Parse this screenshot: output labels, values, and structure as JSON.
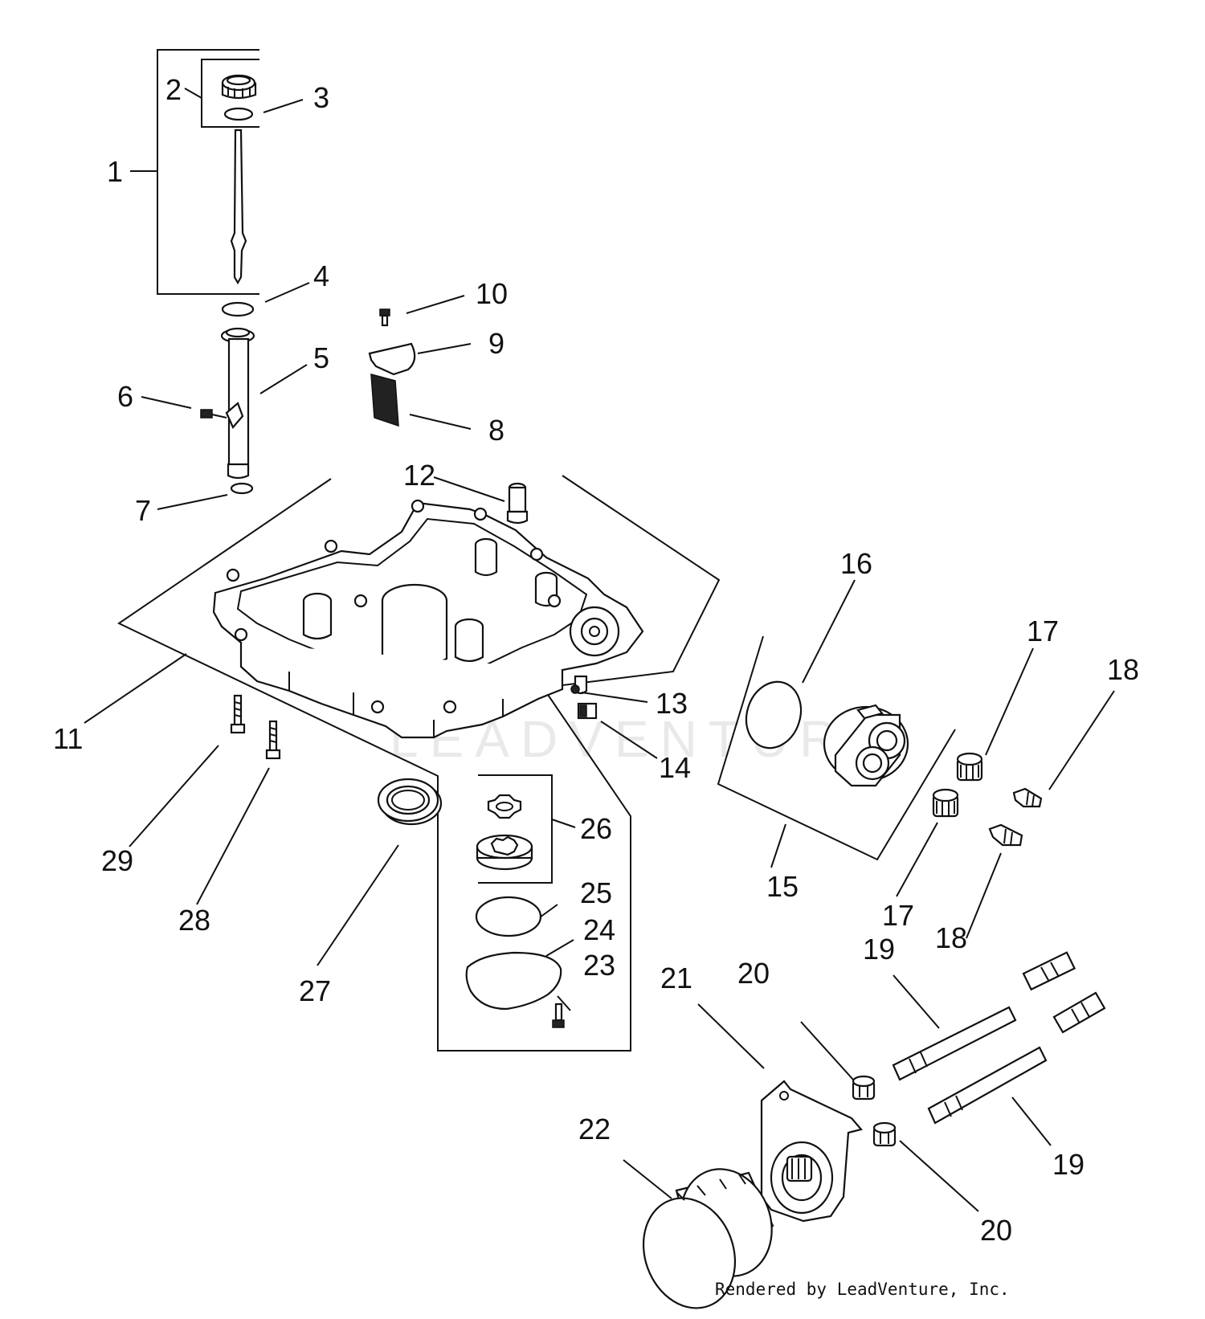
{
  "watermark": "LEADVENTURE",
  "credit": "Rendered by LeadVenture, Inc.",
  "callouts": [
    {
      "id": "c1",
      "text": "1"
    },
    {
      "id": "c2",
      "text": "2"
    },
    {
      "id": "c3",
      "text": "3"
    },
    {
      "id": "c4",
      "text": "4"
    },
    {
      "id": "c5",
      "text": "5"
    },
    {
      "id": "c6",
      "text": "6"
    },
    {
      "id": "c7",
      "text": "7"
    },
    {
      "id": "c8",
      "text": "8"
    },
    {
      "id": "c9",
      "text": "9"
    },
    {
      "id": "c10",
      "text": "10"
    },
    {
      "id": "c11",
      "text": "11"
    },
    {
      "id": "c12",
      "text": "12"
    },
    {
      "id": "c13",
      "text": "13"
    },
    {
      "id": "c14",
      "text": "14"
    },
    {
      "id": "c15",
      "text": "15"
    },
    {
      "id": "c16",
      "text": "16"
    },
    {
      "id": "c17a",
      "text": "17"
    },
    {
      "id": "c17b",
      "text": "17"
    },
    {
      "id": "c18a",
      "text": "18"
    },
    {
      "id": "c18b",
      "text": "18"
    },
    {
      "id": "c19a",
      "text": "19"
    },
    {
      "id": "c19b",
      "text": "19"
    },
    {
      "id": "c20a",
      "text": "20"
    },
    {
      "id": "c20b",
      "text": "20"
    },
    {
      "id": "c21",
      "text": "21"
    },
    {
      "id": "c22",
      "text": "22"
    },
    {
      "id": "c23",
      "text": "23"
    },
    {
      "id": "c24",
      "text": "24"
    },
    {
      "id": "c25",
      "text": "25"
    },
    {
      "id": "c26",
      "text": "26"
    },
    {
      "id": "c27",
      "text": "27"
    },
    {
      "id": "c28",
      "text": "28"
    },
    {
      "id": "c29",
      "text": "29"
    }
  ]
}
